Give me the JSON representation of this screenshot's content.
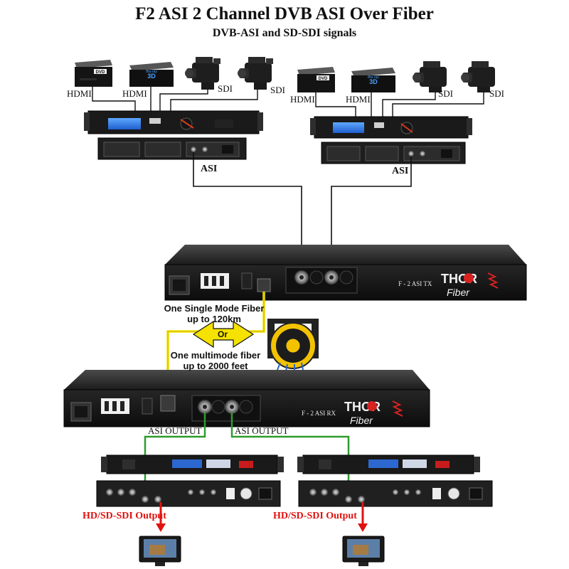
{
  "title": "F2 ASI 2 Channel DVB ASI Over Fiber",
  "subtitle": "DVB-ASI and SD-SDI signals",
  "sources": {
    "dvb_label": "DVD",
    "bluray_label": "Blu-ray",
    "bluray_badge": "3D",
    "hdmi_label": "HDMI",
    "sdi_label": "SDI"
  },
  "encoder": {
    "asi_label": "ASI"
  },
  "tx_unit": {
    "model_label": "F - 2 ASI TX",
    "brand": "THOR",
    "sub_brand": "Fiber"
  },
  "rx_unit": {
    "model_label": "F - 2 ASI RX",
    "brand": "THOR",
    "sub_brand": "Fiber"
  },
  "fiber": {
    "single_mode_line1": "One Single Mode Fiber",
    "single_mode_line2": "up to 120km",
    "or_label": "Or",
    "multimode_line1": "One multimode fiber",
    "multimode_line2": "up to 2000 feet"
  },
  "outputs": {
    "asi_output_label": "ASI OUTPUT",
    "sdi_output_label": "HD/SD-SDI Output"
  },
  "colors": {
    "fiber_yellow": "#f5e200",
    "asi_green": "#2e9b2e",
    "sdi_red": "#e0120f",
    "chassis": "#1b1b1b"
  }
}
